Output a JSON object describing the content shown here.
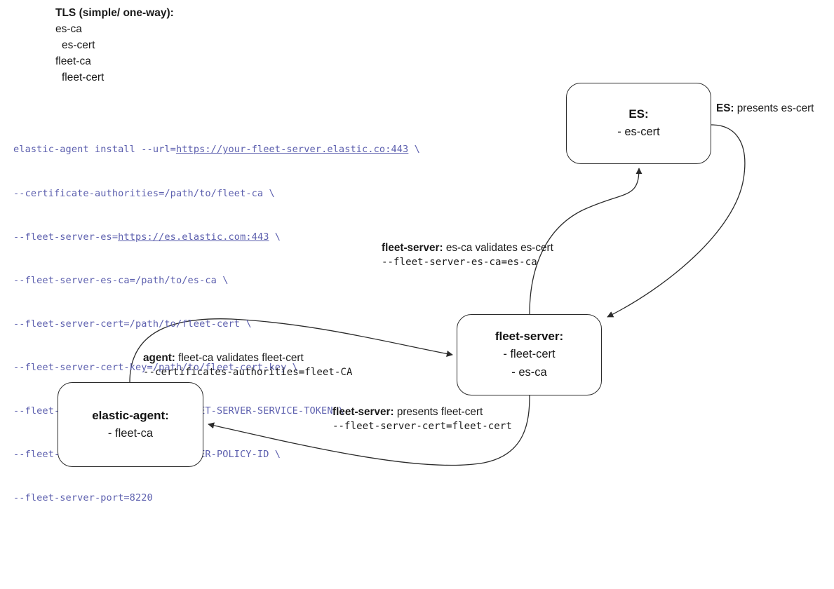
{
  "legend": {
    "title": "TLS (simple/ one-way):",
    "items": [
      {
        "text": "es-ca",
        "indent": false
      },
      {
        "text": "es-cert",
        "indent": true
      },
      {
        "text": "fleet-ca",
        "indent": false
      },
      {
        "text": "fleet-cert",
        "indent": true
      }
    ]
  },
  "command": {
    "lines": [
      {
        "pre": "elastic-agent install --url=",
        "link": "https://your-fleet-server.elastic.co:443",
        "post": " \\"
      },
      {
        "pre": "--certificate-authorities=/path/to/fleet-ca \\",
        "link": "",
        "post": ""
      },
      {
        "pre": "--fleet-server-es=",
        "link": "https://es.elastic.com:443",
        "post": " \\"
      },
      {
        "pre": "--fleet-server-es-ca=/path/to/es-ca \\",
        "link": "",
        "post": ""
      },
      {
        "pre": "--fleet-server-cert=/path/to/fleet-cert \\",
        "link": "",
        "post": ""
      },
      {
        "pre": "--fleet-server-cert-key=/path/to/fleet-cert-key \\",
        "link": "",
        "post": ""
      },
      {
        "pre": "--fleet-server-service-token=FLEET-SERVER-SERVICE-TOKEN \\",
        "link": "",
        "post": ""
      },
      {
        "pre": "--fleet-server-policy=FLEET-SERVER-POLICY-ID \\",
        "link": "",
        "post": ""
      },
      {
        "pre": "--fleet-server-port=8220",
        "link": "",
        "post": ""
      }
    ],
    "color": "#5c5fae"
  },
  "nodes": {
    "es": {
      "title": "ES:",
      "lines": [
        "- es-cert"
      ]
    },
    "fleet": {
      "title": "fleet-server:",
      "lines": [
        "- fleet-cert",
        "- es-ca"
      ]
    },
    "agent": {
      "title": "elastic-agent:",
      "lines": [
        "- fleet-ca"
      ]
    }
  },
  "edges": {
    "es_presents": {
      "bold": "ES:",
      "rest": " presents es-cert",
      "mono": ""
    },
    "fs_validates": {
      "bold": "fleet-server:",
      "rest": " es-ca validates es-cert",
      "mono": "--fleet-server-es-ca=es-ca"
    },
    "agent_validates": {
      "bold": "agent:",
      "rest": " fleet-ca validates fleet-cert",
      "mono": "--certificates-authorities=fleet-CA"
    },
    "fs_presents": {
      "bold": "fleet-server:",
      "rest": " presents fleet-cert",
      "mono": "--fleet-server-cert=fleet-cert"
    }
  },
  "style": {
    "stroke": "#2b2b2b",
    "background": "#ffffff"
  }
}
